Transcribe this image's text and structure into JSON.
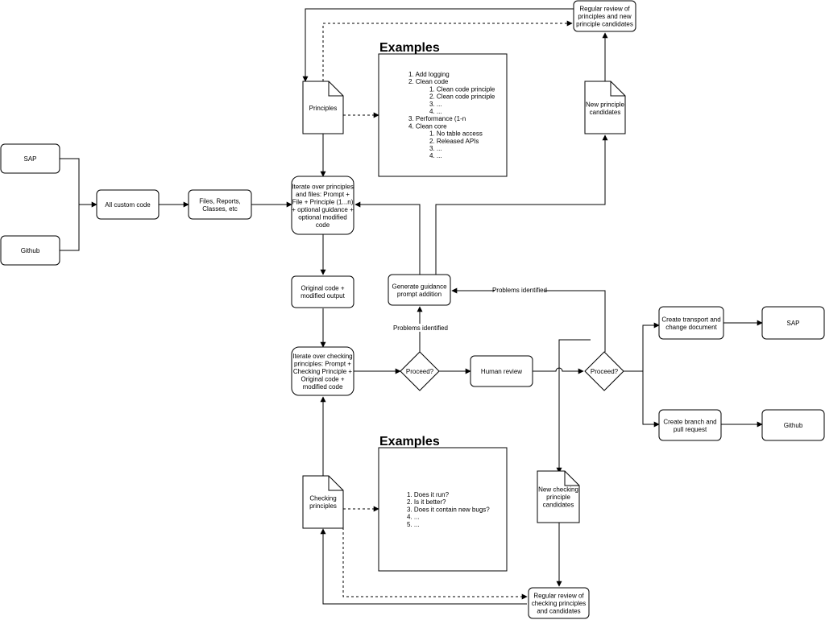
{
  "nodes": {
    "sap_source": [
      "SAP"
    ],
    "github_source": [
      "Github"
    ],
    "all_custom_code": [
      "All custom code"
    ],
    "files_reports": [
      "Files, Reports,",
      "Classes, etc"
    ],
    "iterate_principles": [
      "Iterate over principles",
      "and files: Prompt +",
      "File + Principle (1...n)",
      "+ optional guidance +",
      "optional modified",
      "code"
    ],
    "original_code": [
      "Original code +",
      "modified output"
    ],
    "iterate_checking": [
      "Iterate over checking",
      "principles: Prompt +",
      "Checking Principle +",
      "Original code +",
      "modified code"
    ],
    "generate_guidance": [
      "Generate guidance",
      "prompt addition"
    ],
    "proceed1": [
      "Proceed?"
    ],
    "human_review": [
      "Human review"
    ],
    "proceed2": [
      "Proceed?"
    ],
    "create_transport": [
      "Create transport and",
      "change document"
    ],
    "create_branch": [
      "Create branch and",
      "pull request"
    ],
    "sap_target": [
      "SAP"
    ],
    "github_target": [
      "Github"
    ],
    "principles": [
      "Principles"
    ],
    "new_principle_candidates": [
      "New principle",
      "candidates"
    ],
    "regular_review_principles": [
      "Regular review of",
      "principles and new",
      "principle candidates"
    ],
    "checking_principles": [
      "Checking",
      "principles"
    ],
    "new_checking_candidates": [
      "New checking",
      "principle",
      "candidates"
    ],
    "regular_review_checking": [
      "Regular review of",
      "checking principles",
      "and candidates"
    ]
  },
  "examples_top": {
    "title": "Examples",
    "lines": [
      "1. Add logging",
      "2. Clean code",
      "1. Clean code principle",
      "2. Clean code principle",
      "3. ...",
      "4. ...",
      "3. Performance (1-n",
      "4. Clean core",
      "1. No table access",
      "2. Released APIs",
      "3. ...",
      "4. ..."
    ]
  },
  "examples_bottom": {
    "title": "Examples",
    "lines": [
      "1. Does it run?",
      "2. Is it better?",
      "3. Does it contain new bugs?",
      "4. ...",
      "5. ..."
    ]
  },
  "edge_labels": {
    "problems_identified_up": "Problems identified",
    "problems_identified_left": "Problems identified"
  }
}
